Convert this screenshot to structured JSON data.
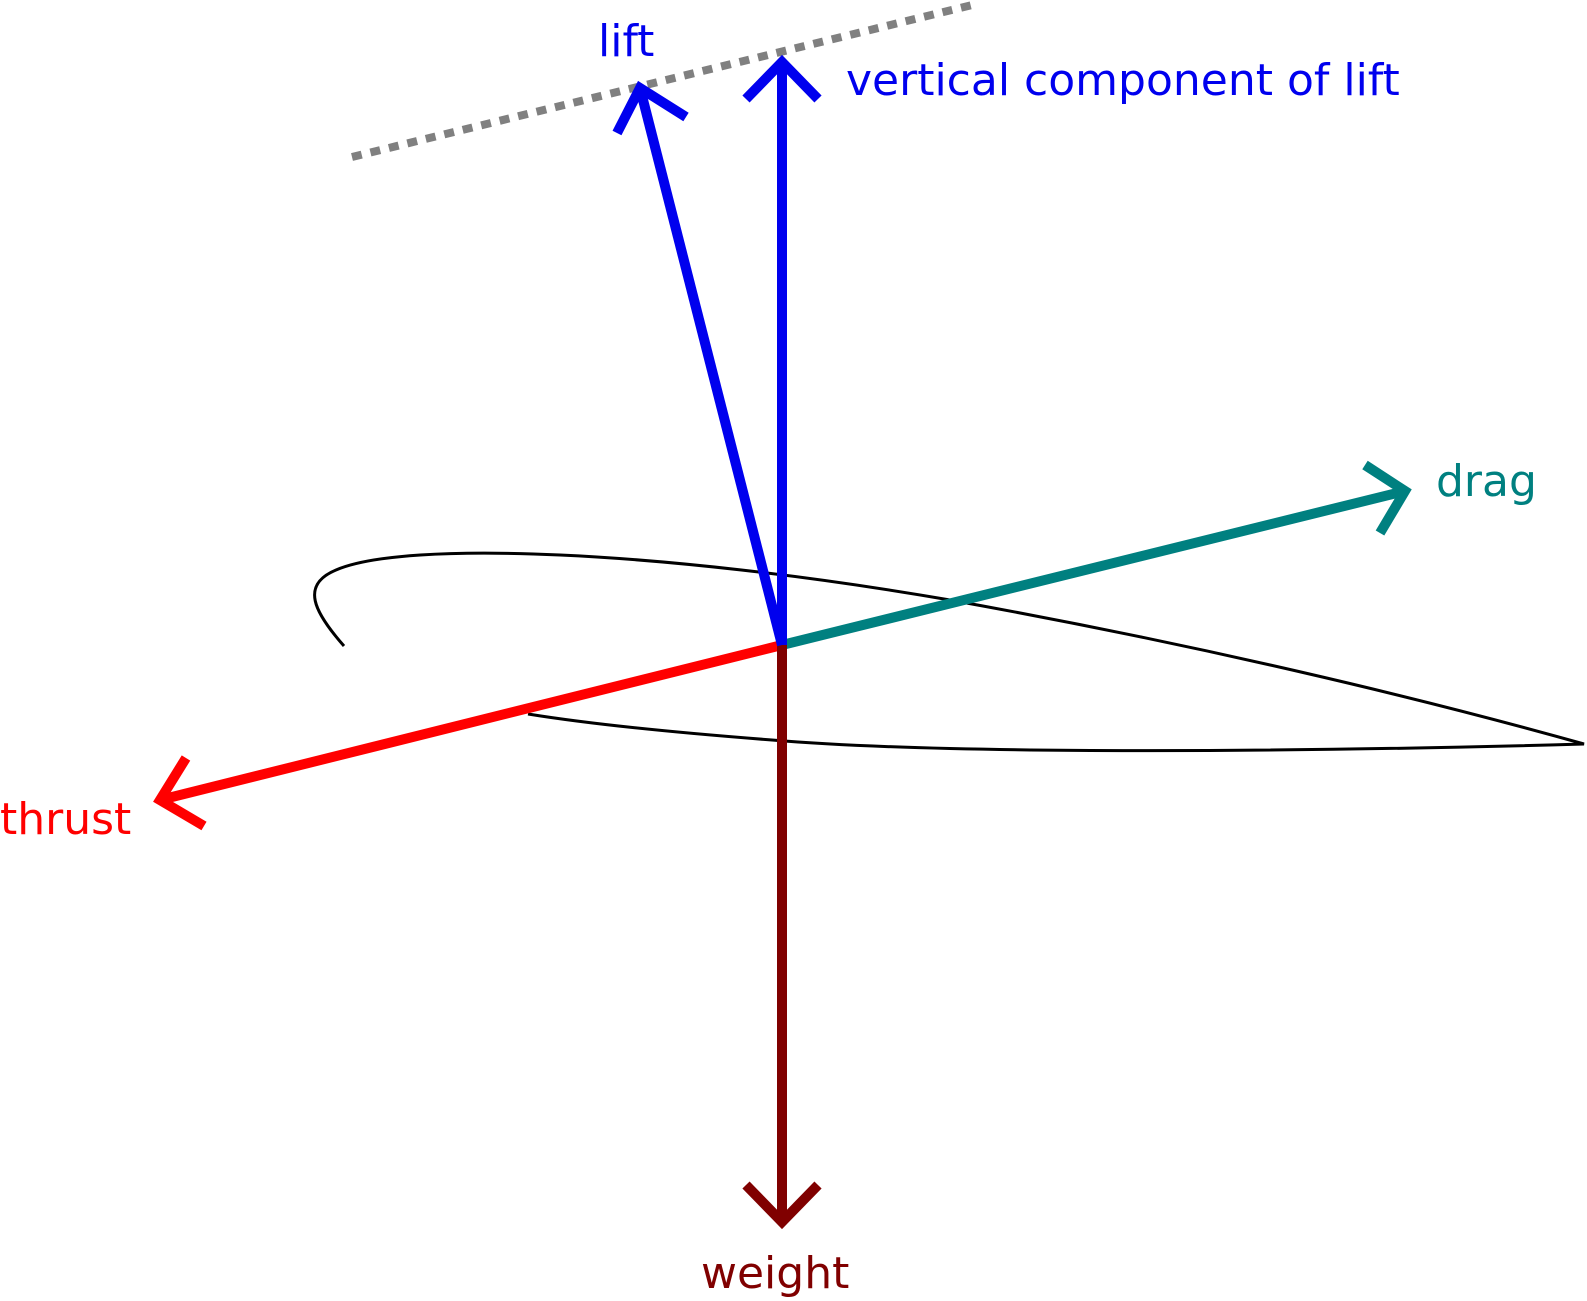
{
  "diagram": {
    "labels": {
      "lift": "lift",
      "vertical_component": "vertical component of lift",
      "drag": "drag",
      "thrust": "thrust",
      "weight": "weight"
    },
    "colors": {
      "lift": "#0000ee",
      "vertical_component": "#0000ee",
      "drag": "#008080",
      "thrust": "#ff0000",
      "weight": "#800000",
      "airfoil": "#000000",
      "reference_line": "#808080"
    }
  }
}
